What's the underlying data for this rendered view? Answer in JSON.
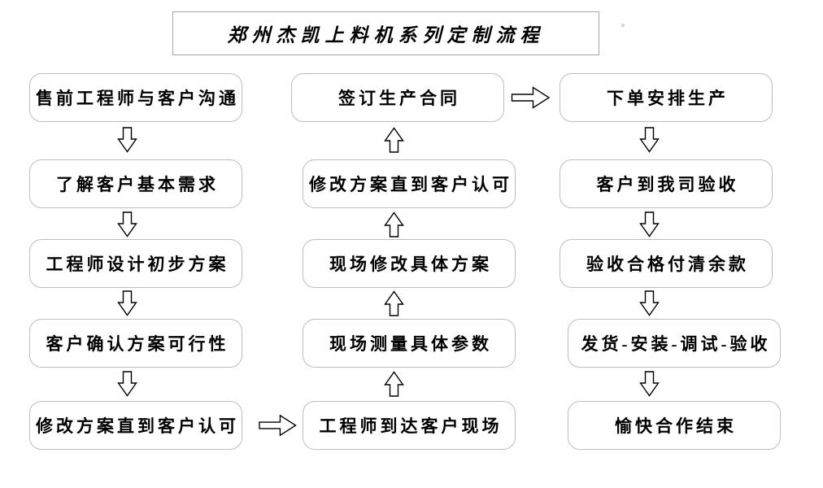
{
  "title": {
    "text": "郑州杰凯上料机系列定制流程"
  },
  "flow": {
    "left_column": {
      "direction": "down",
      "steps": [
        "售前工程师与客户沟通",
        "了解客户基本需求",
        "工程师设计初步方案",
        "客户确认方案可行性",
        "修改方案直到客户认可"
      ]
    },
    "middle_column": {
      "direction": "up",
      "steps": [
        "签订生产合同",
        "修改方案直到客户认可",
        "现场修改具体方案",
        "现场测量具体参数",
        "工程师到达客户现场"
      ]
    },
    "right_column": {
      "direction": "down",
      "steps": [
        "下单安排生产",
        "客户到我司验收",
        "验收合格付清余款",
        "发货-安装-调试-验收",
        "愉快合作结束"
      ]
    },
    "cross_links": [
      {
        "from": "修改方案直到客户认可",
        "to": "工程师到达客户现场",
        "direction": "right"
      },
      {
        "from": "签订生产合同",
        "to": "下单安排生产",
        "direction": "right"
      }
    ]
  },
  "colors": {
    "background": "#ffffff",
    "box_fill": "#ffffff",
    "box_border": "#bdbdbd",
    "title_border": "#a6a6a6",
    "text": "#000000",
    "arrow_outline": "#000000"
  }
}
